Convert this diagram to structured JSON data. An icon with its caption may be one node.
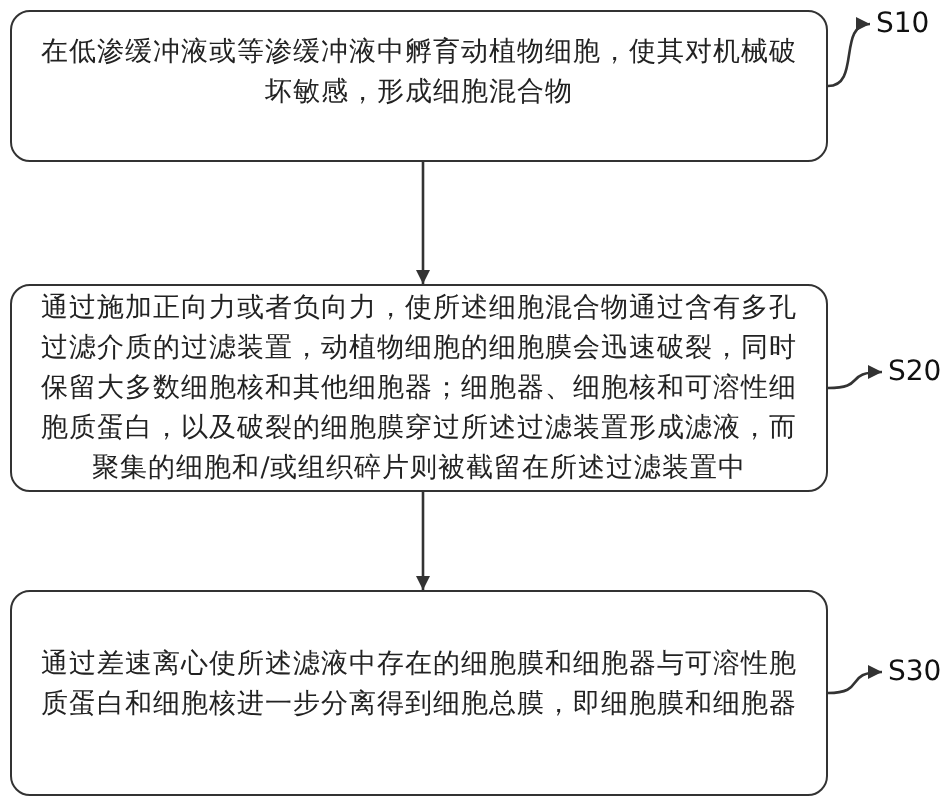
{
  "diagram": {
    "nodes": [
      {
        "text": [
          "在低渗缓冲液或等渗缓冲液中孵育动植物细胞，使其对机械破坏敏感，形成细胞混合物"
        ]
      },
      {
        "text": [
          "通过施加正向力或者负向力，使所述细胞混合物通过含有多孔过滤介质的过滤装置，动植物细胞的细胞膜会迅速破裂，同时保留大多数细胞核和其他细胞器；细胞器、细胞核和可溶性细胞质蛋白，以及破裂的细胞膜穿过所述过滤装置形成滤液，而聚集的细胞和/或组织碎片则被截留在所述过滤装置中"
        ]
      },
      {
        "text": [
          "通过差速离心使所述滤液中存在的细胞膜和细胞器与可溶性胞质蛋白和细胞核进一步分离得到细胞总膜，即细胞膜和细胞器"
        ]
      },
      {
        "text": [
          "S10"
        ]
      },
      {
        "text": [
          "S20"
        ]
      },
      {
        "text": [
          "S30"
        ]
      }
    ],
    "edges": [
      {
        "from": 0,
        "to": 1,
        "arrow": "to"
      },
      {
        "from": 1,
        "to": 2,
        "arrow": "to"
      },
      {
        "from": 0,
        "to": 3,
        "arrow": "to"
      },
      {
        "from": 1,
        "to": 4,
        "arrow": "to"
      },
      {
        "from": 2,
        "to": 5,
        "arrow": "to"
      }
    ]
  }
}
